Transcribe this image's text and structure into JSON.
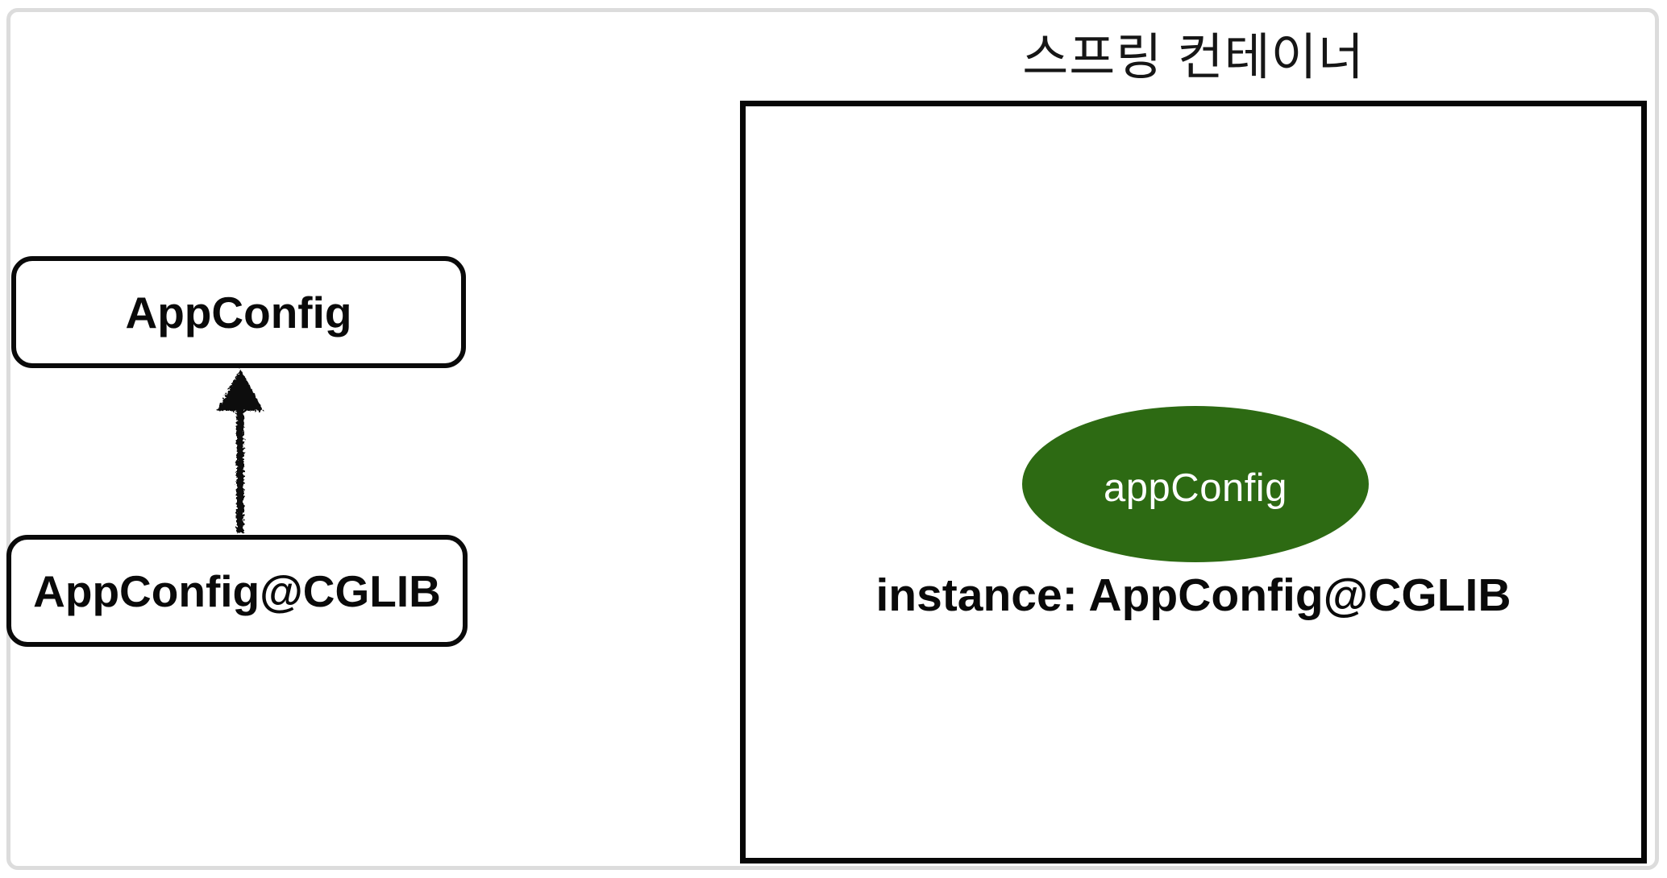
{
  "diagram": {
    "container": {
      "title": "스프링 컨테이너"
    },
    "classes": {
      "parent_label": "AppConfig",
      "child_label": "AppConfig@CGLIB"
    },
    "relationship": {
      "type": "extends",
      "arrow_direction": "up"
    },
    "bean": {
      "name": "appConfig",
      "instance_label": "instance: AppConfig@CGLIB"
    },
    "colors": {
      "bean_fill": "#2d6a13",
      "bean_text": "#ffffff",
      "box_border": "#0a0a0a",
      "container_border": "#070707",
      "outer_frame_border": "#dcdcdc",
      "background": "#ffffff"
    }
  }
}
